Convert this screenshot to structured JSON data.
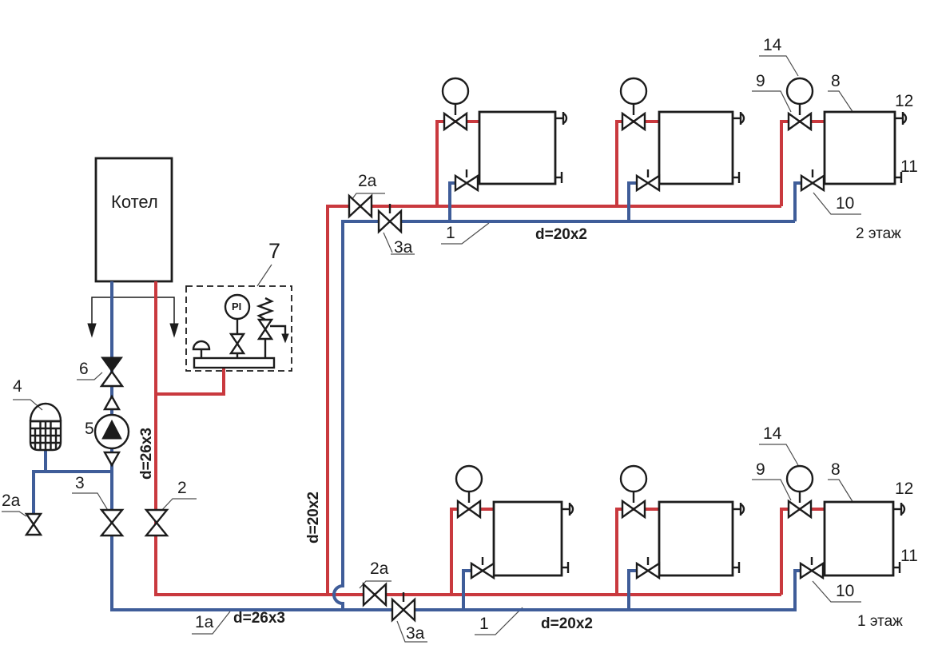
{
  "labels": {
    "boiler": "Котел",
    "gauge": "PI"
  },
  "floors": [
    {
      "name": "2 этаж",
      "radiators": 3
    },
    {
      "name": "1 этаж",
      "radiators": 3
    }
  ],
  "callouts": {
    "c1": "1",
    "c1a": "1a",
    "c2": "2",
    "c2a": "2a",
    "c3": "3",
    "c3a": "3a",
    "c4": "4",
    "c5": "5",
    "c6": "6",
    "c7": "7",
    "c8": "8",
    "c9": "9",
    "c10": "10",
    "c11": "11",
    "c12": "12",
    "c14": "14"
  },
  "dims": {
    "d26": "d=26x3",
    "d20": "d=20x2"
  },
  "colors": {
    "supply": "#c9393e",
    "return": "#3f5d99",
    "line": "#1c1c1c",
    "leader": "#4d4d4d"
  }
}
